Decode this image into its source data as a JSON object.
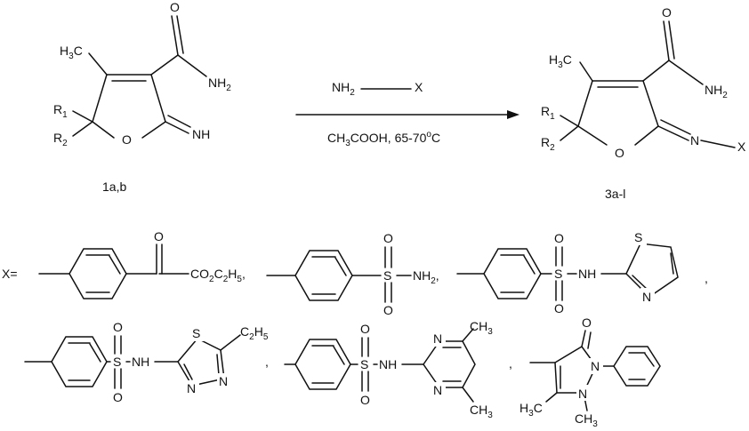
{
  "reaction": {
    "reagent_left": "NH",
    "reagent_left_sub": "2",
    "reagent_right": "X",
    "conditions_main": "CH",
    "conditions_sub": "3",
    "conditions_rest": "COOH, 65-70",
    "conditions_sup": "o",
    "conditions_unit": "C"
  },
  "compound_start": {
    "label": "1a,b",
    "ch3": "H",
    "ch3_c": "C",
    "ch3_sub": "3",
    "r1": "R",
    "r1_sub": "1",
    "r2": "R",
    "r2_sub": "2",
    "o_ring": "O",
    "o_carbonyl": "O",
    "nh2": "NH",
    "nh2_sub": "2",
    "imine": "NH"
  },
  "compound_product": {
    "label": "3a-l",
    "ch3": "H",
    "ch3_c": "C",
    "ch3_sub": "3",
    "r1": "R",
    "r1_sub": "1",
    "r2": "R",
    "r2_sub": "2",
    "o_ring": "O",
    "o_carbonyl": "O",
    "nh2": "NH",
    "nh2_sub": "2",
    "imine_n": "N",
    "x": "X"
  },
  "substituents": {
    "x_prefix": "X=",
    "s1": {
      "o": "O",
      "ester": "CO",
      "ester_sub1": "2",
      "ester_c": "C",
      "ester_sub2": "2",
      "ester_h": "H",
      "ester_sub3": "5",
      "comma": ","
    },
    "s2": {
      "s": "S",
      "o1": "O",
      "o2": "O",
      "nh": "NH",
      "nh_sub": "2",
      "comma": ","
    },
    "s3": {
      "s": "S",
      "o1": "O",
      "o2": "O",
      "nh": "NH",
      "ring_s": "S",
      "ring_n": "N",
      "comma": ","
    },
    "s4": {
      "s": "S",
      "o1": "O",
      "o2": "O",
      "nh": "NH",
      "ring_s": "S",
      "ring_n1": "N",
      "ring_n2": "N",
      "et_c": "C",
      "et_sub1": "2",
      "et_h": "H",
      "et_sub2": "5",
      "comma": ","
    },
    "s5": {
      "s": "S",
      "o1": "O",
      "o2": "O",
      "nh": "NH",
      "n1": "N",
      "n2": "N",
      "me1": "CH",
      "me1_sub": "3",
      "me2": "CH",
      "me2_sub": "3",
      "comma": ","
    },
    "s6": {
      "o": "O",
      "n1": "N",
      "n2": "N",
      "me1": "H",
      "me1_c": "C",
      "me1_sub": "3",
      "me2": "CH",
      "me2_sub": "3"
    }
  }
}
